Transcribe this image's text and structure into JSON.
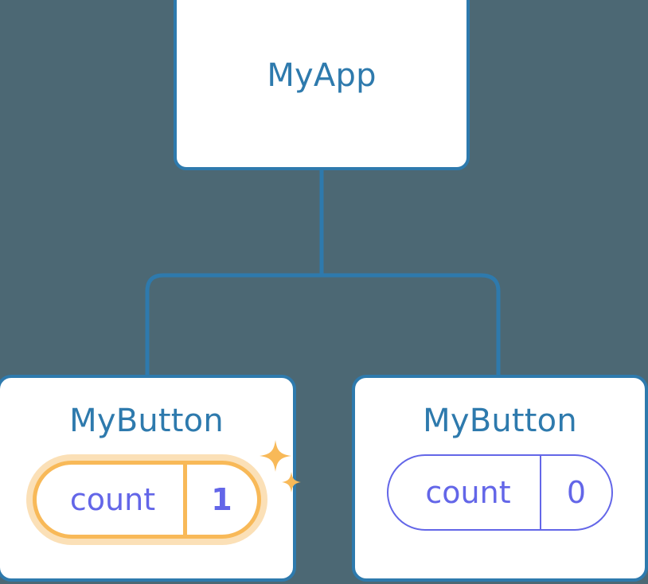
{
  "diagram": {
    "type": "component-tree",
    "background_color": "#4c6874",
    "connector_color": "#2e7aad",
    "node_border_color": "#2e7aad",
    "node_title_color": "#2e7aad",
    "state_color": "#6366e8",
    "highlight_color": "#f8b958",
    "highlight_glow_color": "#fbe0b7",
    "root": {
      "title": "MyApp"
    },
    "children": [
      {
        "title": "MyButton",
        "state_key": "count",
        "state_value": "1",
        "highlighted": "true",
        "sparkle_icon": "sparkles-icon"
      },
      {
        "title": "MyButton",
        "state_key": "count",
        "state_value": "0",
        "highlighted": "false"
      }
    ]
  }
}
